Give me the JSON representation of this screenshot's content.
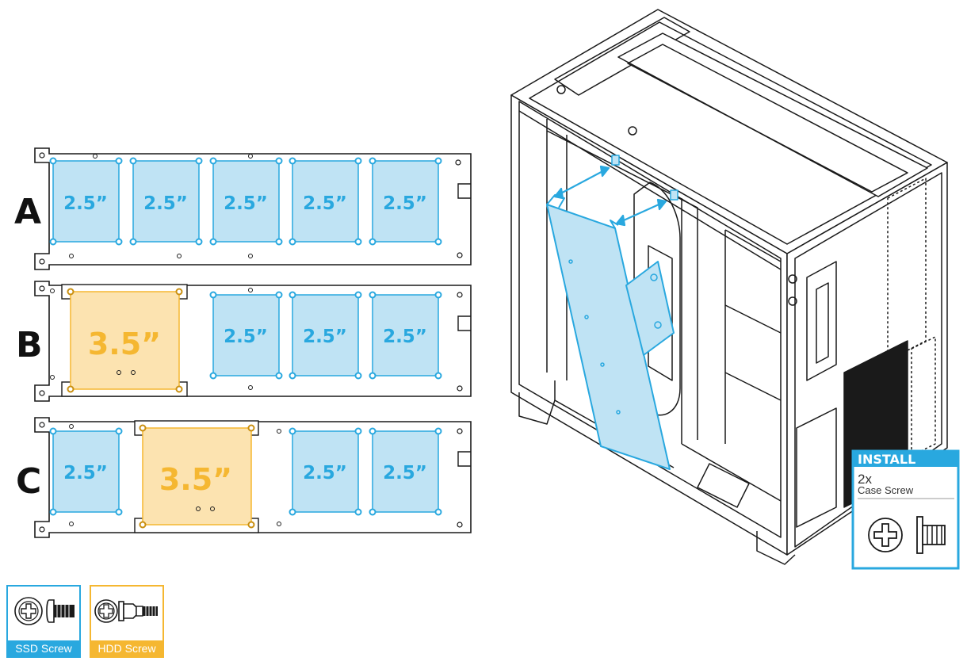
{
  "rows": [
    {
      "letter": "A",
      "bays": [
        "2.5”",
        "2.5”",
        "2.5”",
        "2.5”",
        "2.5”"
      ]
    },
    {
      "letter": "B",
      "bays": [
        "3.5”",
        "2.5”",
        "2.5”",
        "2.5”"
      ]
    },
    {
      "letter": "C",
      "bays": [
        "2.5”",
        "3.5”",
        "2.5”",
        "2.5”"
      ]
    }
  ],
  "install": {
    "title": "INSTALL",
    "quantity": "2x",
    "name": "Case Screw",
    "icon": "case-screw-icon"
  },
  "legend": [
    {
      "label": "SSD Screw",
      "color": "#29a8df",
      "icon": "ssd-screw-icon"
    },
    {
      "label": "HDD Screw",
      "color": "#f5b731",
      "icon": "hdd-screw-icon"
    }
  ],
  "colors": {
    "ssd": "#29a8df",
    "ssd_fill": "#bfe3f4",
    "hdd": "#f5b731",
    "hdd_fill": "#fce3b0",
    "line": "#1a1a1a"
  }
}
